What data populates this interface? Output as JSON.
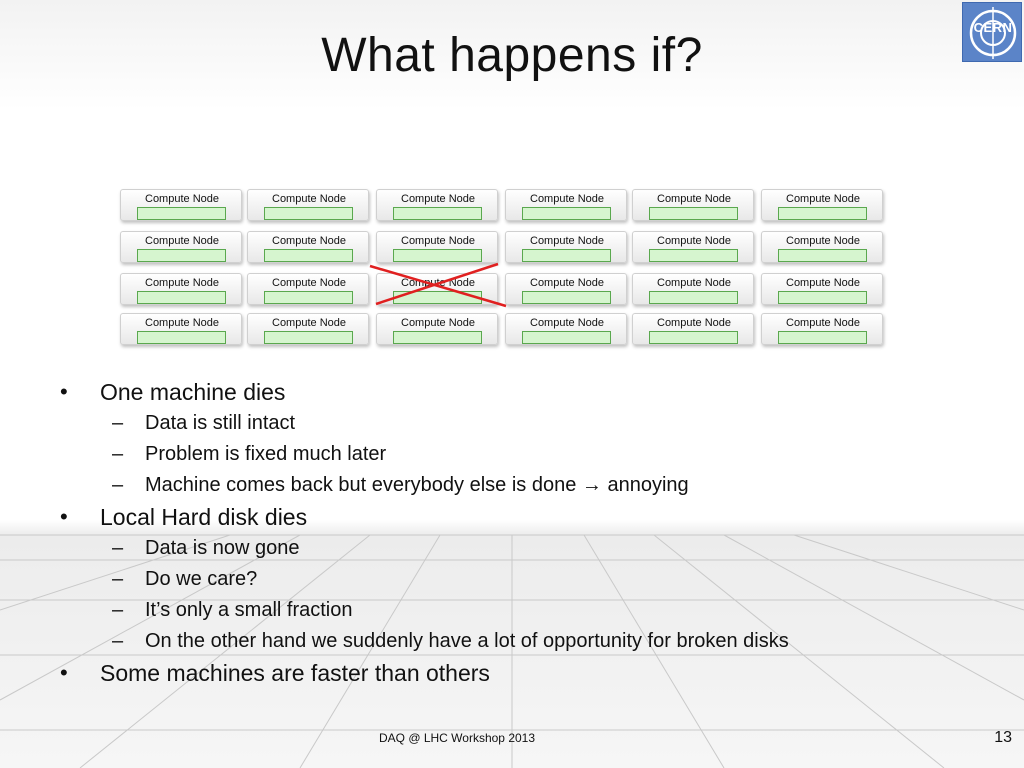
{
  "slide": {
    "title": "What happens if?",
    "logo_text": "CERN",
    "footer": "DAQ @ LHC Workshop 2013",
    "page_number": "13"
  },
  "nodes": {
    "label": "Compute Node",
    "rows": 4,
    "columns": 6,
    "failed_node": {
      "row": 3,
      "column": 3
    },
    "bar_color": "#d6f5cf",
    "cross_color": "#e02020"
  },
  "bullets": [
    {
      "text": "One machine dies",
      "children": [
        {
          "text": "Data is still intact"
        },
        {
          "text": "Problem is fixed much later"
        },
        {
          "text": "Machine comes back but everybody else is done",
          "arrow": "→",
          "after": "annoying"
        }
      ]
    },
    {
      "text": "Local Hard disk dies",
      "children": [
        {
          "text": "Data is now gone"
        },
        {
          "text": "Do we care?"
        },
        {
          "text": "It’s only a small fraction"
        },
        {
          "text": "On the other hand we suddenly have a lot of opportunity for broken disks"
        }
      ]
    },
    {
      "text": "Some machines are faster than others",
      "children": []
    }
  ],
  "markers": {
    "bullet": "•",
    "dash": "–"
  }
}
